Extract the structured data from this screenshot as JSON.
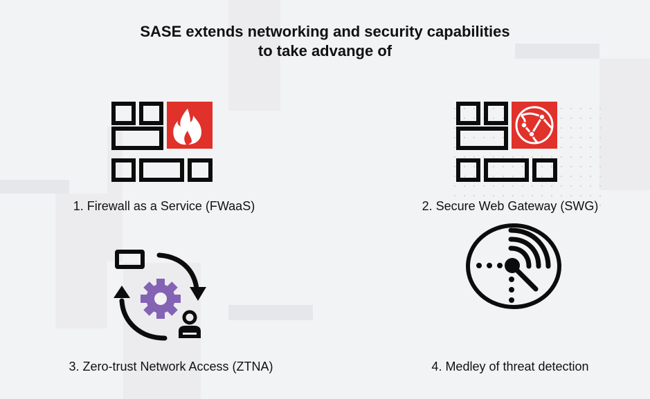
{
  "title": {
    "line1": "SASE extends networking and security capabilities",
    "line2": "to take advange of"
  },
  "items": [
    {
      "label": "1. Firewall as a Service (FWaaS)",
      "icon": "firewall-flame-icon"
    },
    {
      "label": "2. Secure Web Gateway (SWG)",
      "icon": "firewall-network-globe-icon"
    },
    {
      "label": "3. Zero-trust Network Access (ZTNA)",
      "icon": "access-cycle-gear-user-icon"
    },
    {
      "label": "4. Medley of threat detection",
      "icon": "radar-signal-icon"
    }
  ],
  "colors": {
    "accent_red": "#e0312b",
    "gear_purple": "#8462b4",
    "icon_black": "#0c0c0c",
    "background": "#f2f3f5"
  }
}
